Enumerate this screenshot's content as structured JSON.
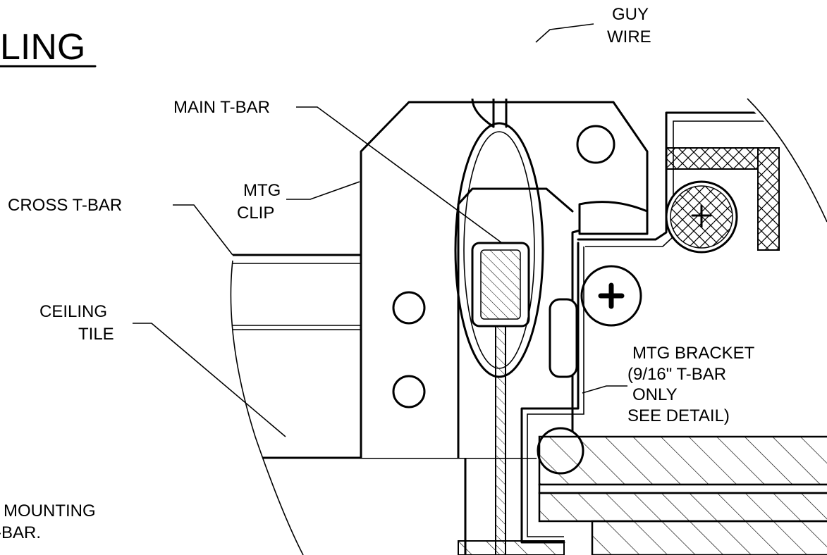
{
  "title_fragment": "LING",
  "labels": {
    "guy_wire": [
      "GUY",
      "WIRE"
    ],
    "main_tbar": "MAIN T-BAR",
    "mtg_clip": [
      "MTG",
      "CLIP"
    ],
    "cross_tbar": "CROSS T-BAR",
    "ceiling_tile": [
      "CEILING",
      "TILE"
    ],
    "mtg_bracket": [
      "MTG BRACKET",
      "(9/16\" T-BAR",
      "ONLY",
      "SEE DETAIL)"
    ]
  },
  "note_fragment": [
    "MOUNTING",
    "-BAR."
  ]
}
